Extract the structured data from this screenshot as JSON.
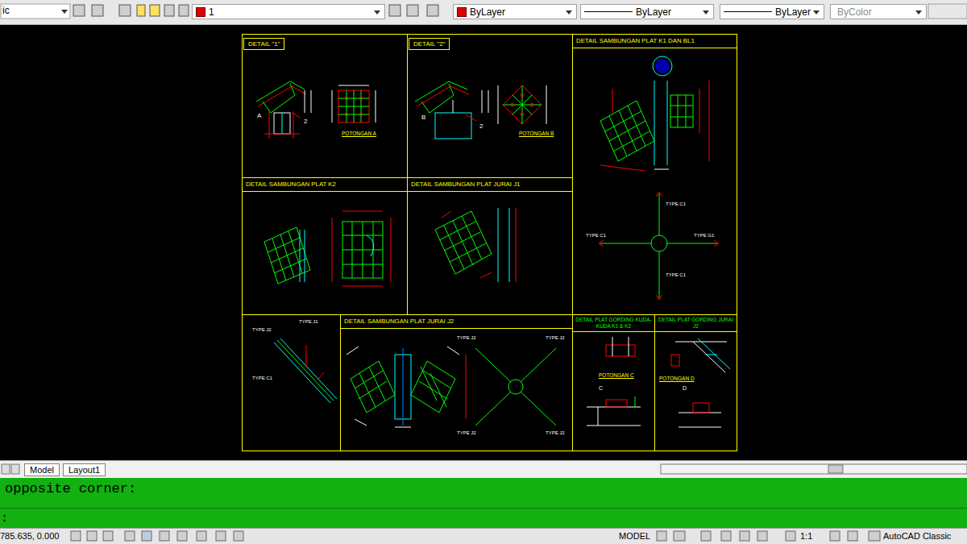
{
  "diagram": {
    "nodes": [
      {
        "text": [
          "1"
        ]
      },
      {
        "text": [
          "ByLayer"
        ]
      },
      {
        "text": [
          "ByLayer"
        ]
      },
      {
        "text": [
          "ByLayer"
        ]
      },
      {
        "text": [
          "ByColor"
        ]
      },
      {
        "text": [
          "DETAIL \"1\""
        ]
      },
      {
        "text": [
          "DETAIL \"2\""
        ]
      },
      {
        "text": [
          "DETAIL SAMBUNGAN PLAT K1 DAN BL1"
        ]
      },
      {
        "text": [
          "DETAIL SAMBUNGAN PLAT K2"
        ]
      },
      {
        "text": [
          "DETAIL SAMBUNGAN PLAT JURAI J1"
        ]
      },
      {
        "text": [
          "DETAIL SAMBUNGAN PLAT JURAI J2"
        ]
      },
      {
        "text": [
          "DETAIL PLAT GORDING KUDA-KUDA K1 & K2"
        ]
      },
      {
        "text": [
          "DETAIL PLAT GORDING JURAI J2"
        ]
      },
      {
        "text": [
          "Model"
        ]
      },
      {
        "text": [
          "Layout1"
        ]
      }
    ],
    "labels": [
      "A",
      "2",
      "POTONGAN A",
      "B",
      "2",
      "POTONGAN B",
      "TYPE C1",
      "TYPE C1",
      "TYPE G1",
      "TYPE C1",
      "TYPE J2",
      "TYPE J1",
      "TYPE C1",
      "TYPE J2",
      "TYPE J2",
      "TYPE J2",
      "TYPE J2",
      "POTONGAN C",
      "POTONGAN D",
      "C",
      "D",
      "ic",
      "opposite corner:",
      ":",
      "785.635, 0.000",
      "MODEL",
      "1:1",
      "AutoCAD Classic"
    ]
  }
}
